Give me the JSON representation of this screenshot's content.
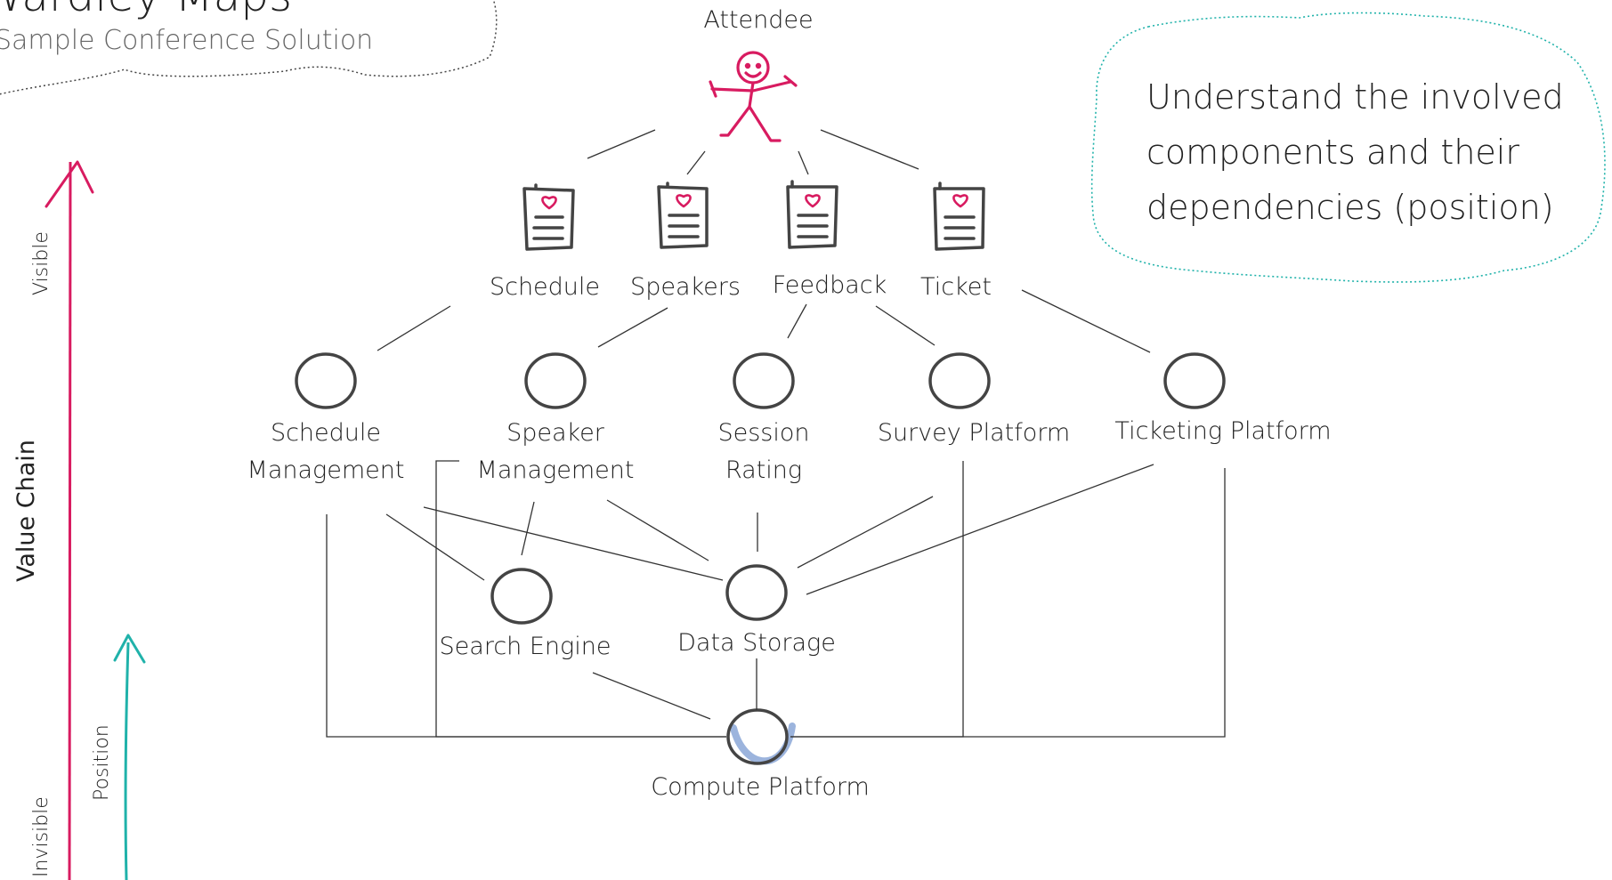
{
  "header": {
    "title": "Wardley Maps",
    "subtitle": "Sample Conference Solution"
  },
  "note": {
    "text": "Understand the involved components and their dependencies (position)"
  },
  "axes": {
    "value_chain": "Value Chain",
    "visible": "Visible",
    "invisible": "Invisible",
    "position": "Position"
  },
  "colors": {
    "accent": "#d81b60",
    "teal": "#20b2aa",
    "highlight": "#7b9bd1",
    "ink": "#444444"
  },
  "actor": {
    "label": "Attendee",
    "icon": "stick-figure-icon"
  },
  "needs": [
    {
      "id": "schedule",
      "label": "Schedule",
      "icon": "document-heart-icon"
    },
    {
      "id": "speakers",
      "label": "Speakers",
      "icon": "document-heart-icon"
    },
    {
      "id": "feedback",
      "label": "Feedback",
      "icon": "document-heart-icon"
    },
    {
      "id": "ticket",
      "label": "Ticket",
      "icon": "document-heart-icon"
    }
  ],
  "components": [
    {
      "id": "schedule-management",
      "label": "Schedule Management"
    },
    {
      "id": "speaker-management",
      "label": "Speaker Management"
    },
    {
      "id": "session-rating",
      "label": "Session Rating"
    },
    {
      "id": "survey-platform",
      "label": "Survey Platform"
    },
    {
      "id": "ticketing-platform",
      "label": "Ticketing Platform"
    },
    {
      "id": "search-engine",
      "label": "Search Engine"
    },
    {
      "id": "data-storage",
      "label": "Data Storage"
    },
    {
      "id": "compute-platform",
      "label": "Compute Platform"
    }
  ]
}
